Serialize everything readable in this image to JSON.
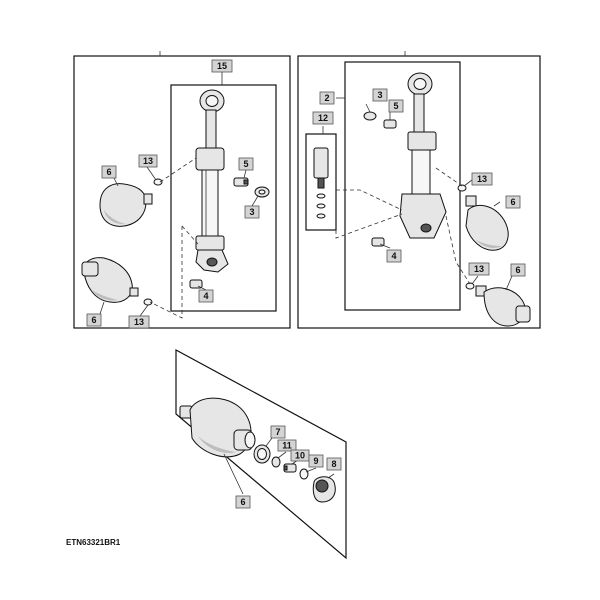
{
  "figure_id": "ETN63321BR1",
  "callouts": [
    {
      "id": "c15",
      "label": "15"
    },
    {
      "id": "c13a",
      "label": "13"
    },
    {
      "id": "c6a",
      "label": "6"
    },
    {
      "id": "c5a",
      "label": "5"
    },
    {
      "id": "c3a",
      "label": "3"
    },
    {
      "id": "c4a",
      "label": "4"
    },
    {
      "id": "c6b",
      "label": "6"
    },
    {
      "id": "c13b",
      "label": "13"
    },
    {
      "id": "c2",
      "label": "2"
    },
    {
      "id": "c3b",
      "label": "3"
    },
    {
      "id": "c5b",
      "label": "5"
    },
    {
      "id": "c12",
      "label": "12"
    },
    {
      "id": "c13c",
      "label": "13"
    },
    {
      "id": "c6c",
      "label": "6"
    },
    {
      "id": "c4b",
      "label": "4"
    },
    {
      "id": "c13d",
      "label": "13"
    },
    {
      "id": "c6d",
      "label": "6"
    },
    {
      "id": "c7",
      "label": "7"
    },
    {
      "id": "c11",
      "label": "11"
    },
    {
      "id": "c10",
      "label": "10"
    },
    {
      "id": "c9",
      "label": "9"
    },
    {
      "id": "c8",
      "label": "8"
    },
    {
      "id": "c6e",
      "label": "6"
    }
  ]
}
